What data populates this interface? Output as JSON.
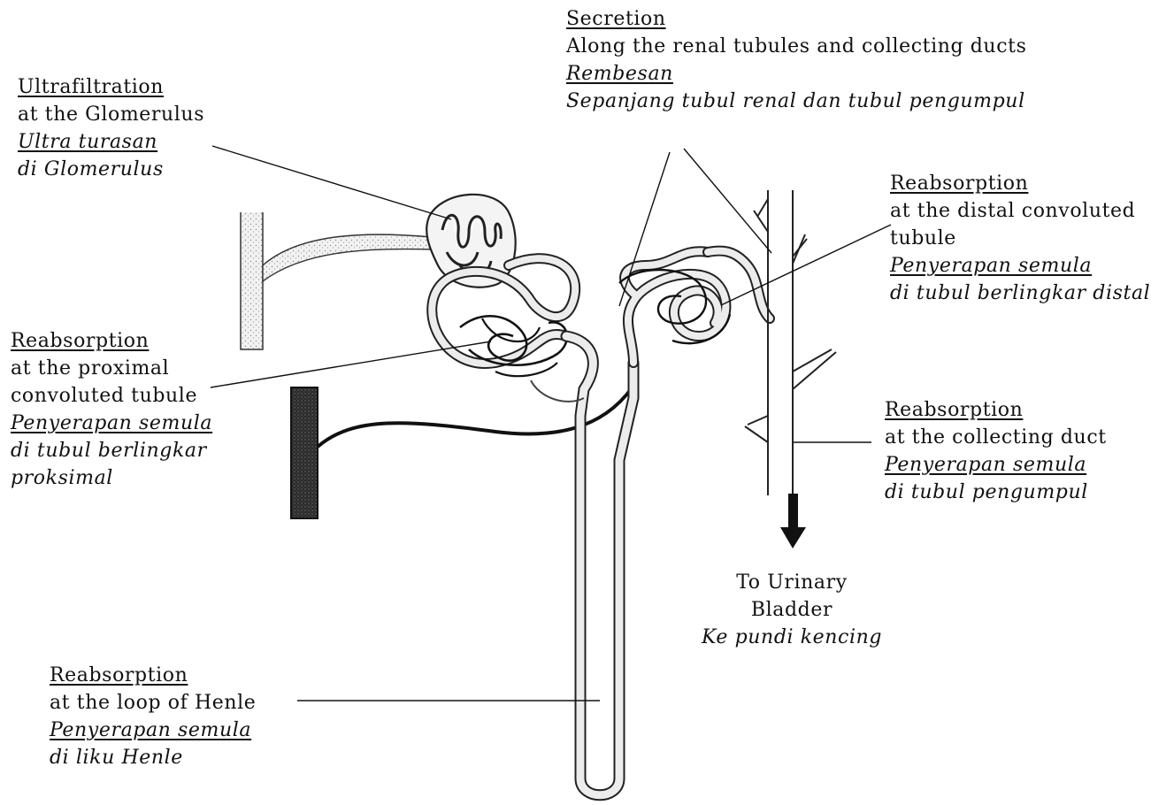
{
  "labels": {
    "secretion": {
      "heading": "Secretion",
      "en": "Along the renal tubules and collecting ducts",
      "ms_heading": "Rembesan",
      "ms": "Sepanjang tubul renal dan tubul pengumpul"
    },
    "ultrafiltration": {
      "heading": "Ultrafiltration",
      "en": "at the Glomerulus",
      "ms_heading": "Ultra turasan",
      "ms": "di Glomerulus"
    },
    "proximal": {
      "heading": "Reabsorption",
      "en_line1": "at the proximal",
      "en_line2": "convoluted tubule",
      "ms_heading": "Penyerapan semula",
      "ms_line1": "di tubul berlingkar",
      "ms_line2": "proksimal"
    },
    "distal": {
      "heading": "Reabsorption",
      "en_line1": "at the distal convoluted",
      "en_line2": "tubule",
      "ms_heading": "Penyerapan semula",
      "ms": "di tubul berlingkar distal"
    },
    "collecting": {
      "heading": "Reabsorption",
      "en": "at the collecting duct",
      "ms_heading": "Penyerapan semula",
      "ms": "di tubul pengumpul"
    },
    "bladder": {
      "en_line1": "To Urinary",
      "en_line2": "Bladder",
      "ms": "Ke pundi kencing"
    },
    "henle": {
      "heading": "Reabsorption",
      "en": "at the loop of Henle",
      "ms_heading": "Penyerapan semula",
      "ms": "di liku Henle"
    }
  },
  "colors": {
    "ink": "#111111",
    "tubule_fill": "#ececec",
    "vessel_dark": "#1a1a1a"
  }
}
